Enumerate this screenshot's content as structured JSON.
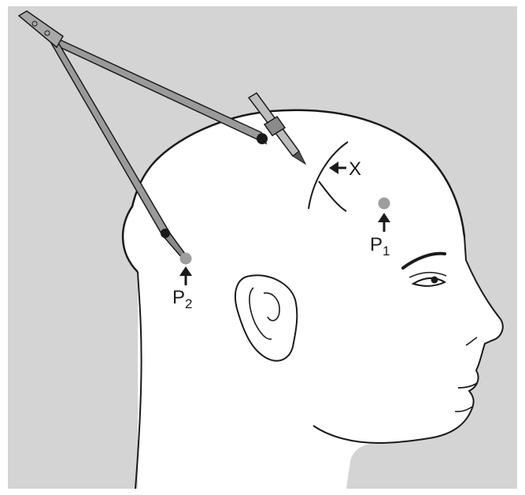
{
  "labels": {
    "x_mark": "X",
    "p1_letter": "P",
    "p1_sub": "1",
    "p2_letter": "P",
    "p2_sub": "2"
  },
  "colors": {
    "background": "#d4d4d4",
    "frame": "#ffffff",
    "head_fill": "#ffffff",
    "outline": "#1a1a1a",
    "compass_fill": "#9a9a9a",
    "point_marker": "#9e9e9e"
  }
}
